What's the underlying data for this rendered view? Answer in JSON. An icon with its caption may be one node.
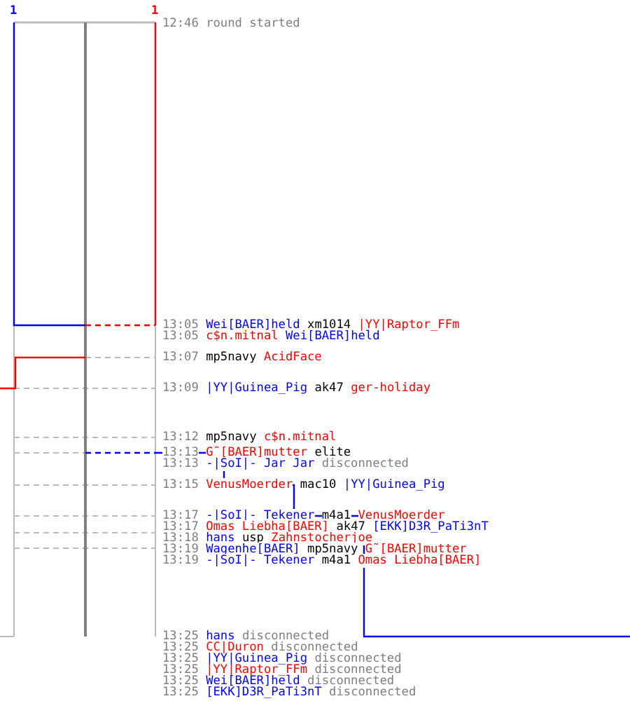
{
  "diagram": {
    "labels": [
      "1",
      "1",
      "12:46",
      "round started",
      "13:05",
      "Wei[BAER]held",
      "xm1014",
      "|YY|Raptor_FFm",
      "13:05",
      "c$n.mitnal",
      "Wei[BAER]held",
      "13:07",
      "mp5navy",
      "AcidFace",
      "13:09",
      "|YY|Guinea_Pig",
      "ak47",
      "ger-holiday",
      "13:12",
      "mp5navy",
      "c$n.mitnal",
      "13:13",
      "G˜[BAER]mutter",
      "elite",
      "13:13",
      "-|SoI|- Jar Jar",
      "disconnected",
      "13:15",
      "VenusMoerder",
      "mac10",
      "|YY|Guinea_Pig",
      "13:17",
      "-|SoI|- Tekener",
      "m4a1",
      "VenusMoerder",
      "13:17",
      "Omas Liebha[BAER]",
      "ak47",
      "[EKK]D3R_PaTi3nT",
      "13:18",
      "hans",
      "usp",
      "Zahnstocherjoe",
      "13:19",
      "Wagenhe[BAER]",
      "mp5navy",
      "G˜[BAER]mutter",
      "13:19",
      "-|SoI|- Tekener",
      "m4a1",
      "Omas Liebha[BAER]",
      "13:25",
      "hans",
      "disconnected",
      "13:25",
      "CC|Duron",
      "disconnected",
      "13:25",
      "|YY|Guinea_Pig",
      "disconnected",
      "13:25",
      "|YY|Raptor_FFm",
      "disconnected",
      "13:25",
      "Wei[BAER]held",
      "disconnected",
      "13:25",
      "[EKK]D3R_PaTi3nT",
      "disconnected"
    ]
  }
}
